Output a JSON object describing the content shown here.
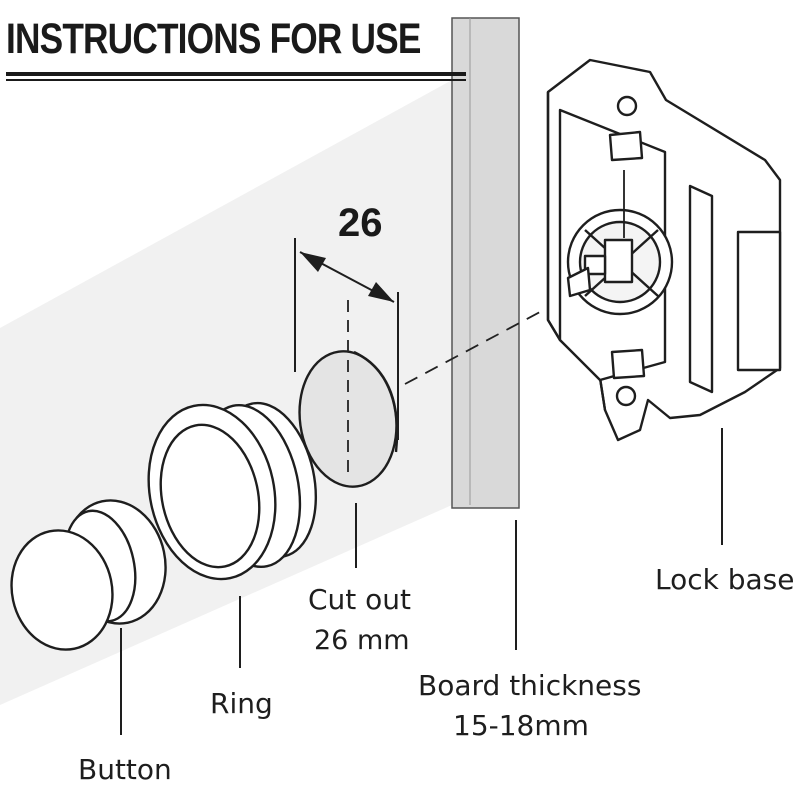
{
  "title": "INSTRUCTIONS FOR USE",
  "dimension_label": "26",
  "labels": {
    "button": "Button",
    "ring": "Ring",
    "cutout_line1": "Cut out",
    "cutout_line2": "26 mm",
    "board_line1": "Board thickness",
    "board_line2": "15-18mm",
    "lock_base": "Lock base"
  },
  "colors": {
    "panel": "#f1f1f1",
    "board": "#d9d9d9",
    "ink": "#1e1e1e",
    "hole": "#e4e4e4"
  }
}
